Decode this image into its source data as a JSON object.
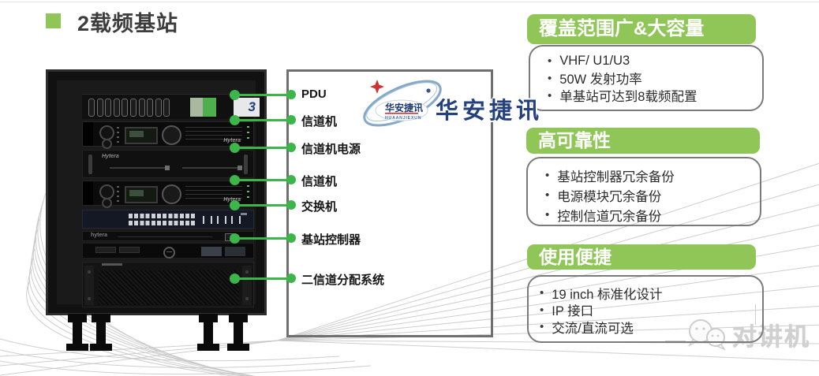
{
  "slide": {
    "title": "2载频基站"
  },
  "colors": {
    "accent_green": "#8fc657",
    "connector_green": "#3cb54a",
    "logo_navy": "#24417e",
    "logo_red": "#cc3333"
  },
  "rack_labels": [
    "PDU",
    "信道机",
    "信道机电源",
    "信道机",
    "交换机",
    "基站控制器",
    "二信道分配系统"
  ],
  "rack": {
    "brand": "Hytera",
    "brand_lower": "hytera",
    "pdu_badge": "3"
  },
  "logo": {
    "name": "华安捷讯",
    "badge_text": "华安捷讯",
    "badge_subtext": "HUAANJIEXUN"
  },
  "panels": [
    {
      "title": "覆盖范围广&大容量",
      "bullets": [
        "VHF/ U1/U3",
        "50W 发射功率",
        "单基站可达到8载频配置"
      ]
    },
    {
      "title": "高可靠性",
      "bullets": [
        "基站控制器冗余备份",
        "电源模块冗余备份",
        "控制信道冗余备份"
      ]
    },
    {
      "title": "使用便捷",
      "bullets": [
        "19 inch 标准化设计",
        "IP 接口",
        "交流/直流可选"
      ]
    }
  ],
  "watermark": {
    "text": "对讲机"
  }
}
